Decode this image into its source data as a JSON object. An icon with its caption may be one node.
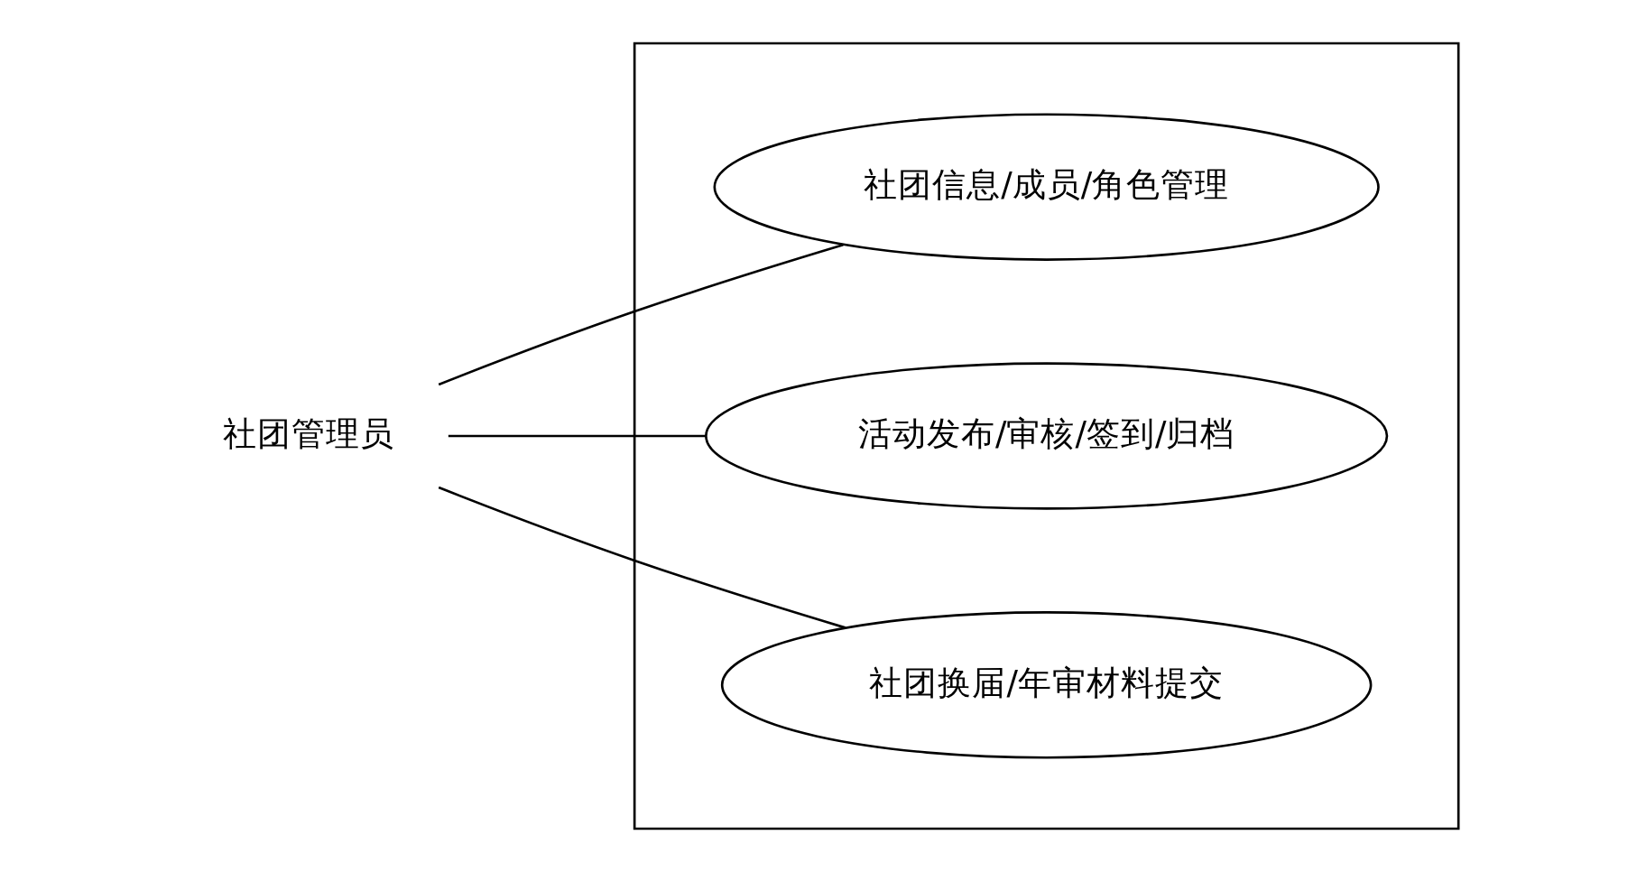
{
  "diagram": {
    "nodes": [
      {
        "text": [
          "社团管理员"
        ]
      },
      {
        "text": [],
        "shape": "box"
      },
      {
        "text": [
          "社团信息/成员/角色管理"
        ],
        "in": 1
      },
      {
        "text": [
          "活动发布/审核/签到/归档"
        ],
        "in": 1
      },
      {
        "text": [
          "社团换届/年审材料提交"
        ],
        "in": 1
      }
    ],
    "edges": [
      {
        "from": 0,
        "to": 2,
        "arrow": "none"
      },
      {
        "from": 0,
        "to": 3,
        "arrow": "none"
      },
      {
        "from": 0,
        "to": 4,
        "arrow": "none"
      }
    ]
  }
}
